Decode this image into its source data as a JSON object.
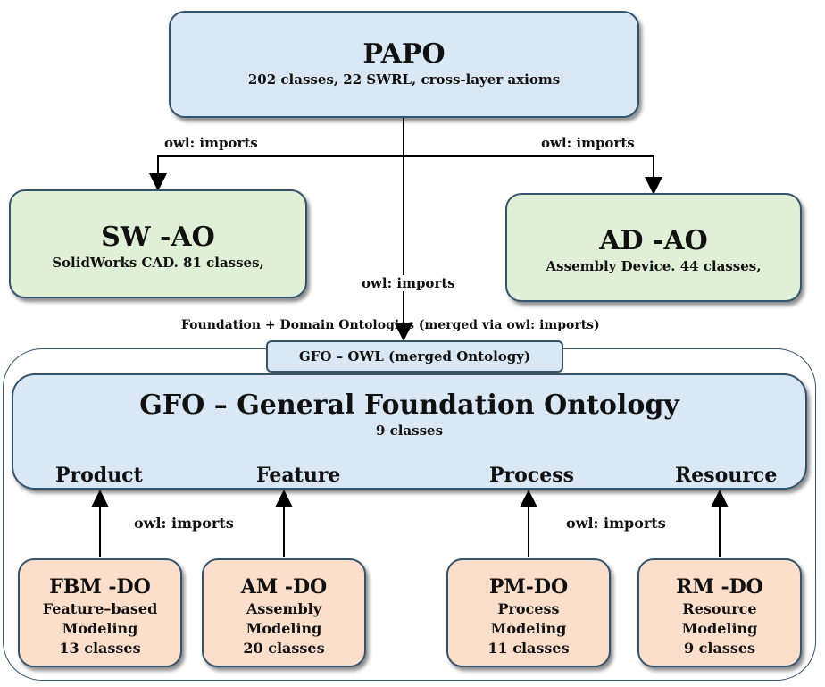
{
  "papo": {
    "title": "PAPO",
    "subtitle": "202 classes, 22 SWRL, cross-layer axioms"
  },
  "sw_ao": {
    "title": "SW -AO",
    "subtitle": "SolidWorks CAD. 81 classes,"
  },
  "ad_ao": {
    "title": "AD -AO",
    "subtitle": "Assembly Device. 44 classes,"
  },
  "labels": {
    "imports_left": "owl: imports",
    "imports_right": "owl: imports",
    "imports_center": "owl: imports",
    "imports_lower_left": "owl: imports",
    "imports_lower_right": "owl: imports",
    "merged_caption": "Foundation + Domain Ontologies (merged via owl: imports)"
  },
  "gfo_owl": {
    "label": "GFO – OWL (merged Ontology)"
  },
  "gfo": {
    "title": "GFO – General Foundation Ontology",
    "subtitle": "9 classes",
    "categories": [
      "Product",
      "Feature",
      "Process",
      "Resource"
    ]
  },
  "domain_ontologies": [
    {
      "title": "FBM -DO",
      "lines": [
        "Feature–based",
        "Modeling",
        "13 classes"
      ]
    },
    {
      "title": "AM -DO",
      "lines": [
        "Assembly",
        "Modeling",
        "20 classes"
      ]
    },
    {
      "title": "PM-DO",
      "lines": [
        "Process",
        "Modeling",
        "11 classes"
      ]
    },
    {
      "title": "RM -DO",
      "lines": [
        "Resource",
        "Modeling",
        "9 classes"
      ]
    }
  ],
  "colors": {
    "papo_fill": "#d9e8f4",
    "application_fill": "#dff0d6",
    "domain_fill": "#fbdfcb",
    "border": "#34546e"
  }
}
